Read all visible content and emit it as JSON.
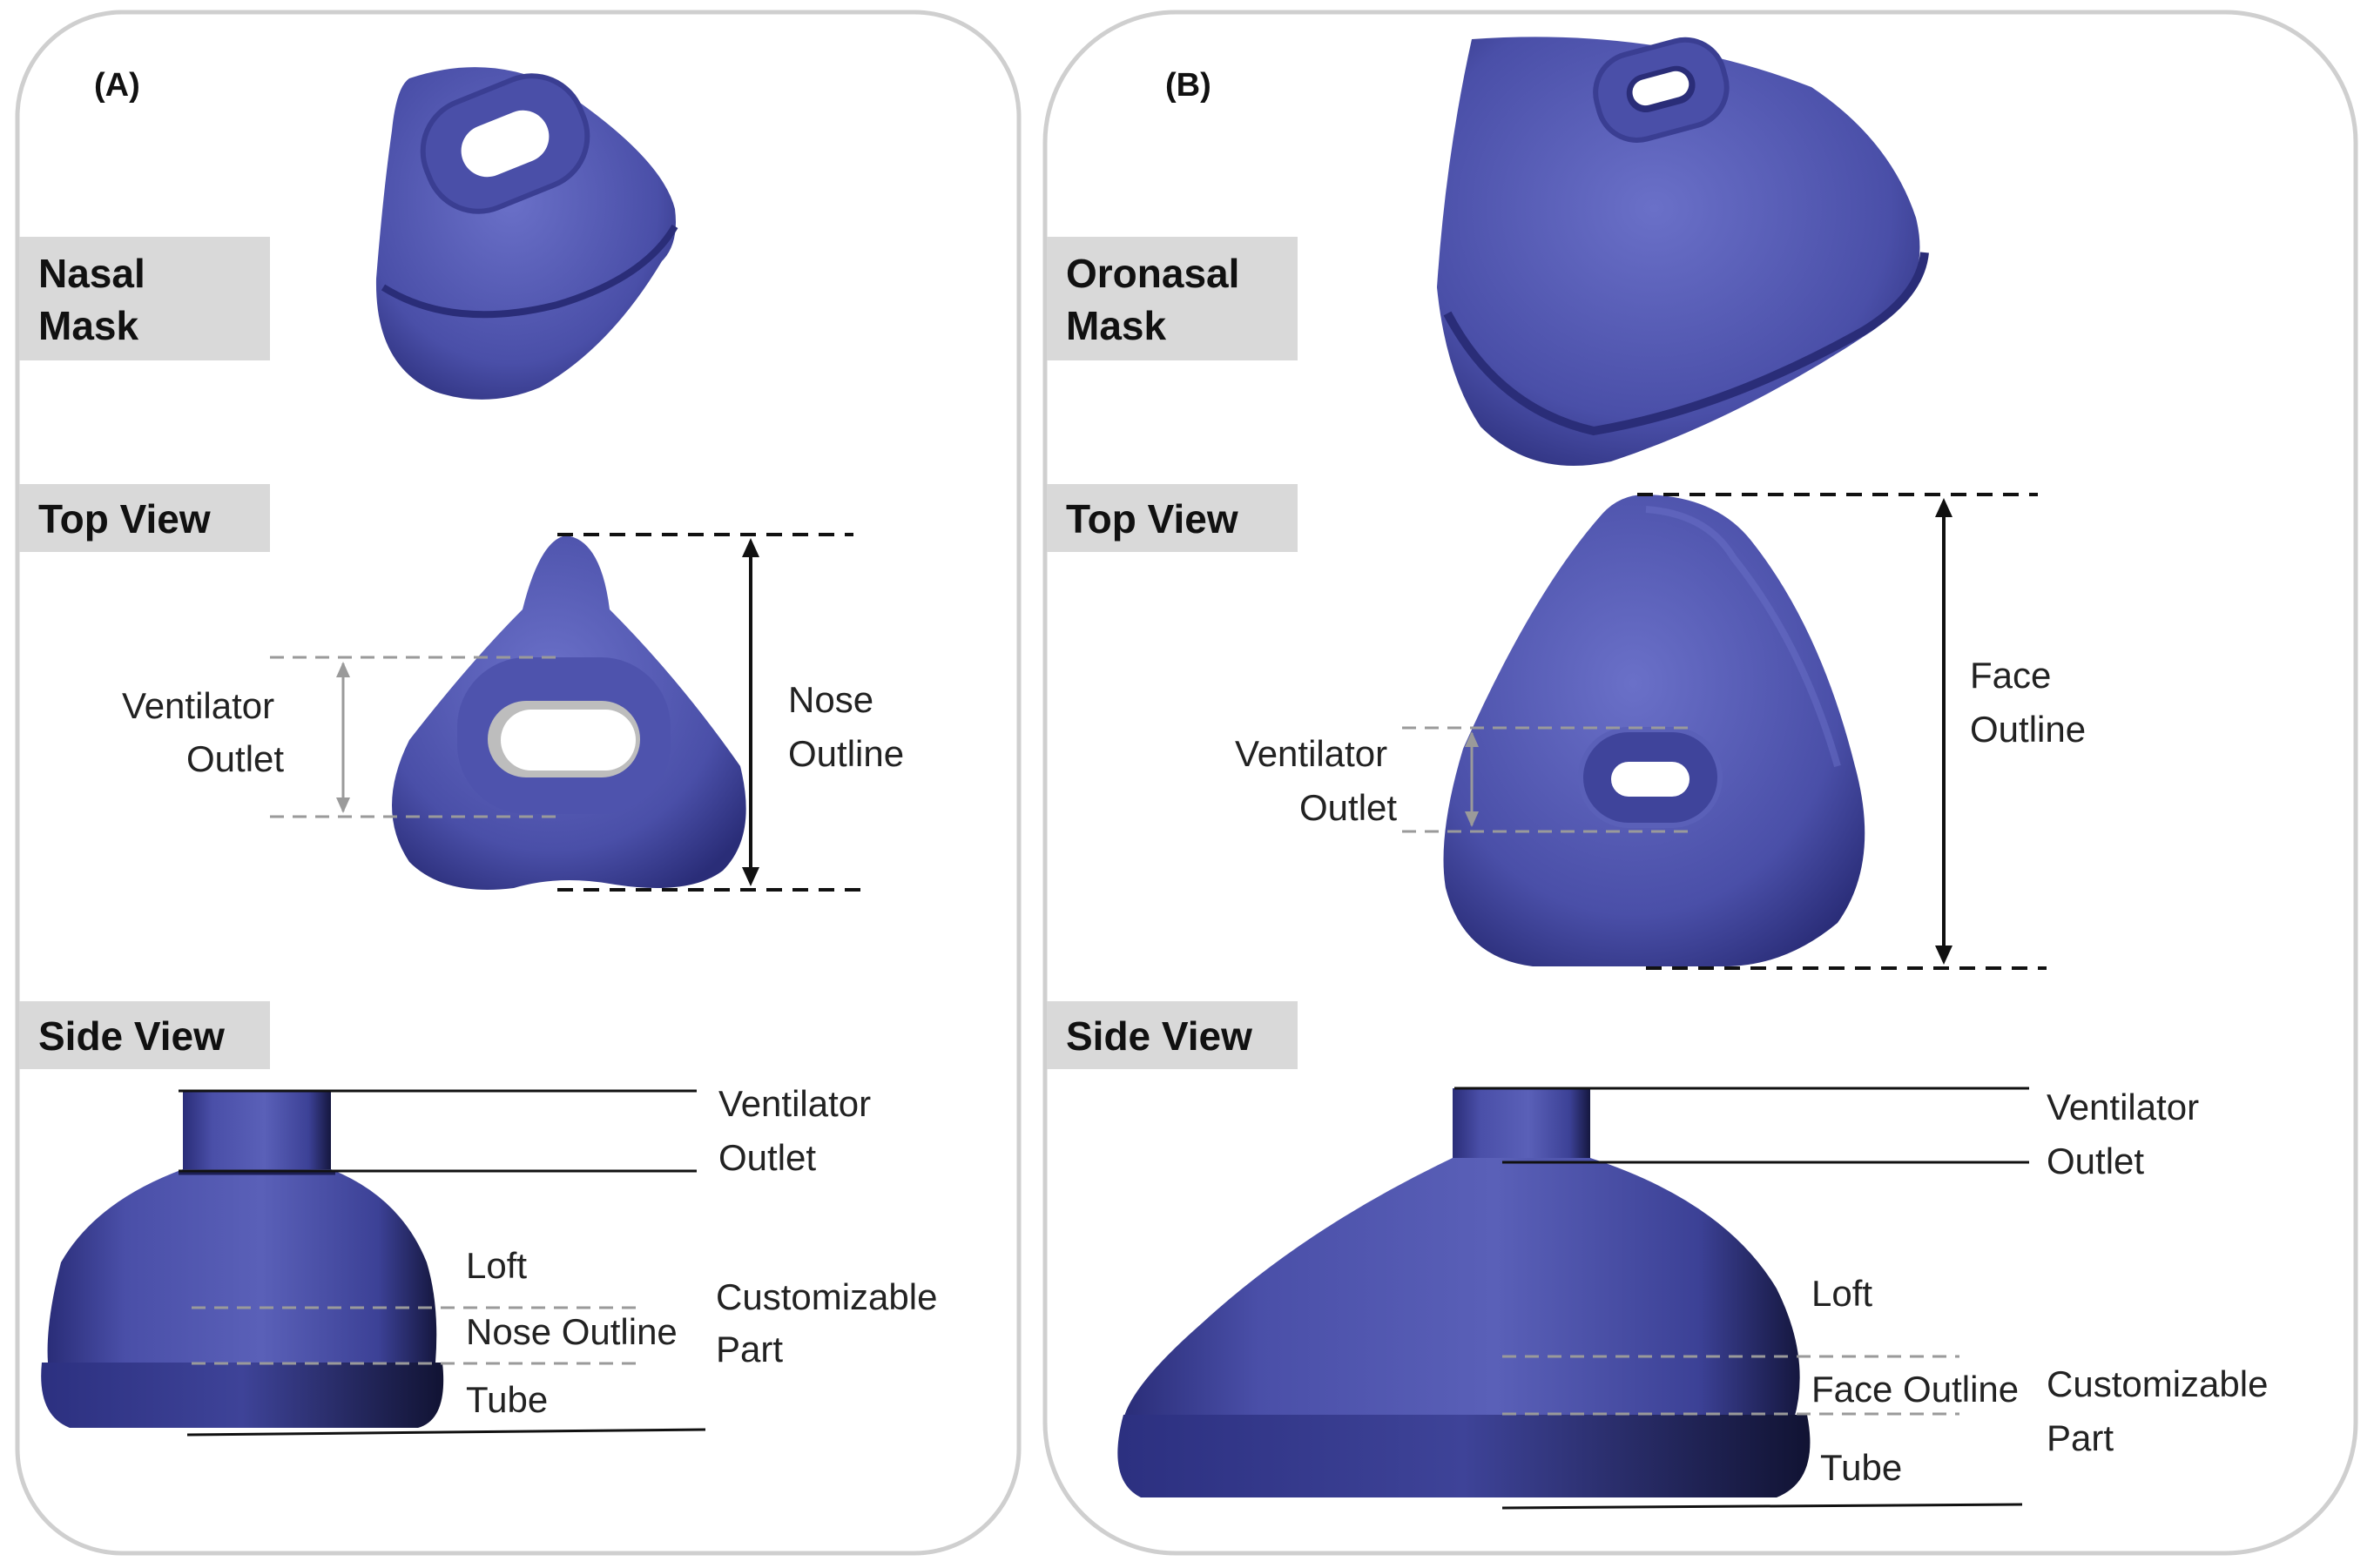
{
  "panels": [
    {
      "id": "A",
      "label": "(A)",
      "mask_title": [
        "Nasal",
        "Mask"
      ],
      "top_view_label": "Top View",
      "side_view_label": "Side View",
      "top_view_annotations": {
        "outlet": [
          "Ventilator",
          "Outlet"
        ],
        "outline": [
          "Nose",
          "Outline"
        ]
      },
      "side_view_annotations": {
        "outlet": [
          "Ventilator",
          "Outlet"
        ],
        "loft": "Loft",
        "outline": "Nose Outline",
        "tube": "Tube",
        "customizable": [
          "Customizable",
          "Part"
        ]
      }
    },
    {
      "id": "B",
      "label": "(B)",
      "mask_title": [
        "Oronasal",
        "Mask"
      ],
      "top_view_label": "Top View",
      "side_view_label": "Side View",
      "top_view_annotations": {
        "outline": [
          "Face",
          "Outline"
        ],
        "outlet": [
          "Ventilator",
          "Outlet"
        ]
      },
      "side_view_annotations": {
        "outlet": [
          "Ventilator",
          "Outlet"
        ],
        "loft": "Loft",
        "outline": "Face Outline",
        "tube": "Tube",
        "customizable": [
          "Customizable",
          "Part"
        ]
      }
    }
  ],
  "colors": {
    "mask_body": "#4a4fa8",
    "mask_dark": "#2a2d78",
    "mask_light": "#6a70c8",
    "label_box": "#d9d9d9",
    "panel_border": "#cfcfcf"
  }
}
